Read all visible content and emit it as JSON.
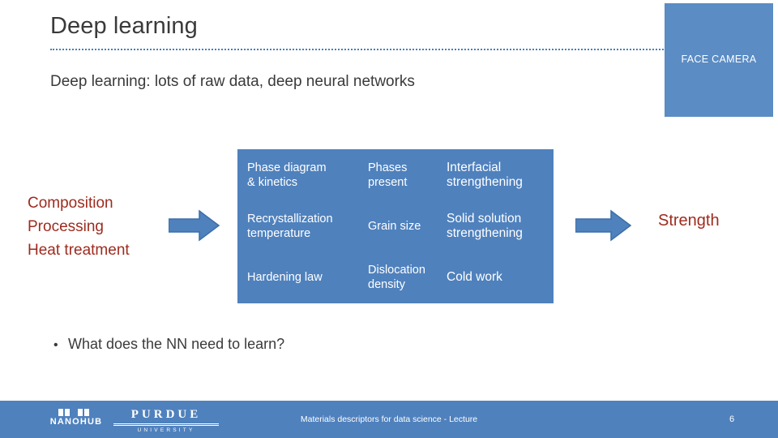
{
  "slide": {
    "title": "Deep learning",
    "subtitle": "Deep learning: lots of raw data, deep neural networks",
    "face_camera_label": "FACE CAMERA",
    "left_column": [
      "Composition",
      "Processing",
      "Heat treatment"
    ],
    "right_label": "Strength",
    "bullet": {
      "marker": "•",
      "text": "What does the NN need to learn?"
    },
    "table": {
      "rows": [
        [
          "Phase diagram\n& kinetics",
          "Phases present",
          "Interfacial strengthening"
        ],
        [
          "Recrystallization temperature",
          "Grain size",
          "Solid solution strengthening"
        ],
        [
          "Hardening law",
          "Dislocation density",
          "Cold work"
        ]
      ]
    },
    "cells": {
      "r1c1_line1": "Phase diagram",
      "r1c1_line2": "& kinetics",
      "r1c2_line1": "Phases",
      "r1c2_line2": "present",
      "r1c3_line1": "Interfacial",
      "r1c3_line2": "strengthening",
      "r2c1_line1": "Recrystallization",
      "r2c1_line2": "temperature",
      "r2c2": "Grain size",
      "r2c3_line1": "Solid solution",
      "r2c3_line2": "strengthening",
      "r3c1": "Hardening law",
      "r3c2_line1": "Dislocation",
      "r3c2_line2": "density",
      "r3c3": "Cold work"
    },
    "footer": {
      "text": "Materials descriptors for data science - Lecture",
      "page": "6",
      "logo_nanohub": "NANOHUB",
      "logo_purdue": "PURDUE",
      "logo_purdue_sub": "UNIVERSITY"
    },
    "colors": {
      "accent_blue": "#4f81bd",
      "face_blue": "#5b8cc4",
      "dark_red": "#9e2b1e",
      "text_gray": "#3a3a3a"
    }
  }
}
